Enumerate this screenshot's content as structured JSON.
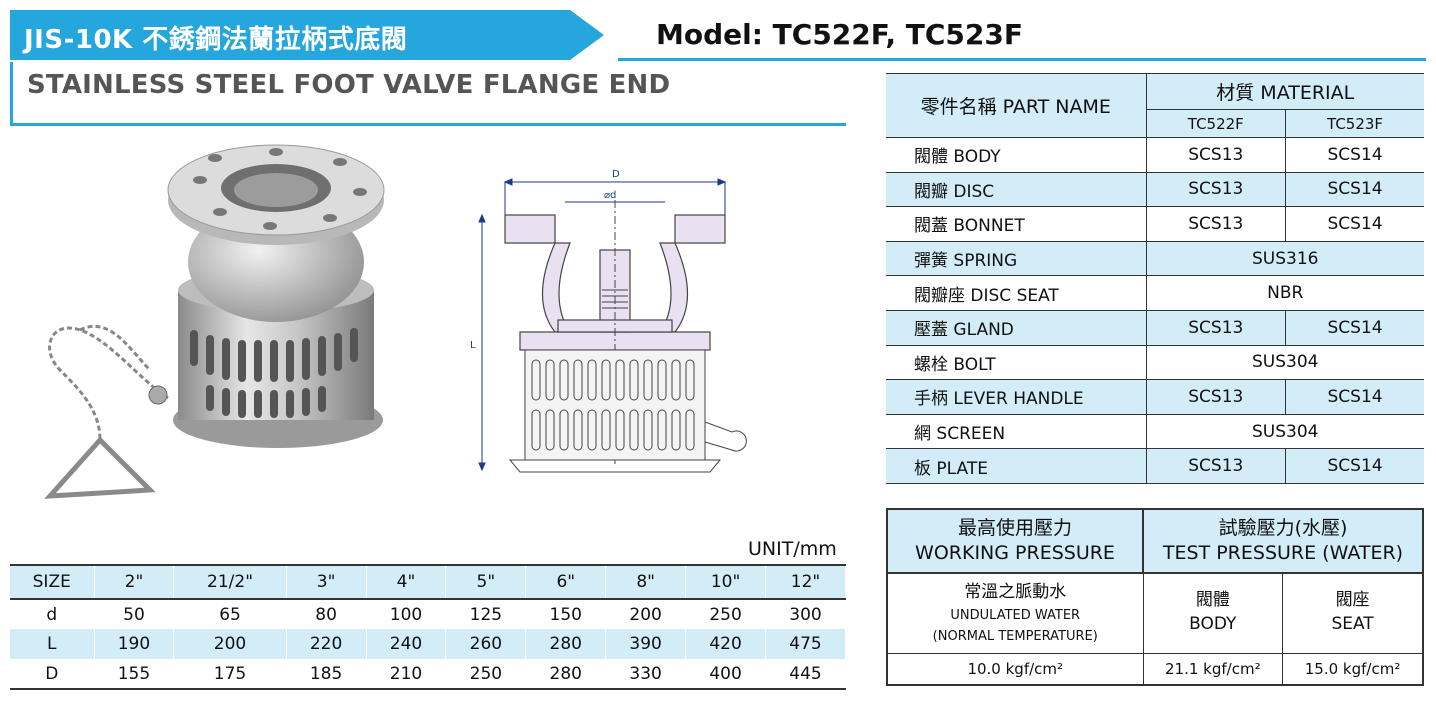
{
  "header": {
    "title": "JIS-10K 不銹鋼法蘭拉柄式底閥",
    "model": "Model: TC522F, TC523F",
    "subtitle": "STAINLESS STEEL FOOT  VALVE FLANGE END"
  },
  "drawing": {
    "label_D": "D",
    "label_d": "⌀d",
    "label_L": "L"
  },
  "size_table": {
    "unit": "UNIT/mm",
    "header": [
      "SIZE",
      "2\"",
      "21/2\"",
      "3\"",
      "4\"",
      "5\"",
      "6\"",
      "8\"",
      "10\"",
      "12\""
    ],
    "rows": [
      [
        "d",
        "50",
        "65",
        "80",
        "100",
        "125",
        "150",
        "200",
        "250",
        "300"
      ],
      [
        "L",
        "190",
        "200",
        "220",
        "240",
        "260",
        "280",
        "390",
        "420",
        "475"
      ],
      [
        "D",
        "155",
        "175",
        "185",
        "210",
        "250",
        "280",
        "330",
        "400",
        "445"
      ]
    ]
  },
  "material_table": {
    "part_name_header": "零件名稱  PART NAME",
    "material_header": "材質  MATERIAL",
    "models": [
      "TC522F",
      "TC523F"
    ],
    "rows": [
      {
        "name": "閥體  BODY",
        "v1": "SCS13",
        "v2": "SCS14"
      },
      {
        "name": "閥瓣  DISC",
        "v1": "SCS13",
        "v2": "SCS14"
      },
      {
        "name": "閥蓋  BONNET",
        "v1": "SCS13",
        "v2": "SCS14"
      },
      {
        "name": "彈簧  SPRING",
        "merged": "SUS316"
      },
      {
        "name": "閥瓣座  DISC SEAT",
        "merged": "NBR"
      },
      {
        "name": "壓蓋  GLAND",
        "v1": "SCS13",
        "v2": "SCS14"
      },
      {
        "name": "螺栓  BOLT",
        "merged": "SUS304"
      },
      {
        "name": "手柄  LEVER HANDLE",
        "v1": "SCS13",
        "v2": "SCS14"
      },
      {
        "name": "網  SCREEN",
        "merged": "SUS304"
      },
      {
        "name": "板  PLATE",
        "v1": "SCS13",
        "v2": "SCS14"
      }
    ]
  },
  "pressure_table": {
    "working_zh": "最高使用壓力",
    "working_en": "WORKING PRESSURE",
    "test_zh": "試驗壓力(水壓)",
    "test_en": "TEST PRESSURE (WATER)",
    "cond_zh": "常溫之脈動水",
    "cond_en1": "UNDULATED WATER",
    "cond_en2": "(NORMAL TEMPERATURE)",
    "body_zh": "閥體",
    "body_en": "BODY",
    "seat_zh": "閥座",
    "seat_en": "SEAT",
    "working_value": "10.0 kgf/cm²",
    "body_value": "21.1 kgf/cm²",
    "seat_value": "15.0 kgf/cm²"
  },
  "colors": {
    "accent": "#25a6dd",
    "light_band": "#d2ecf8"
  }
}
